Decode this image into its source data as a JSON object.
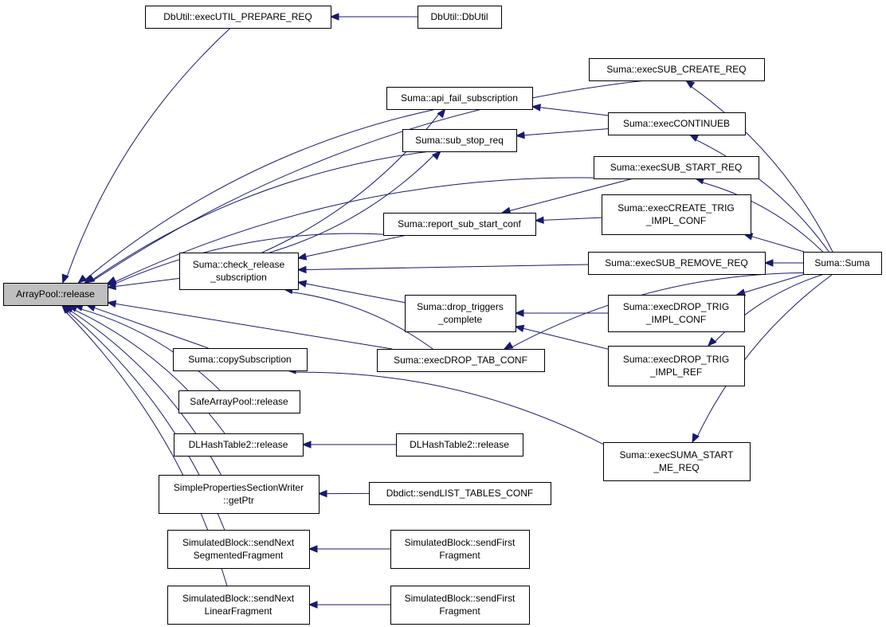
{
  "nodes": [
    {
      "id": "arraypool_release",
      "lines": [
        "ArrayPool::release"
      ],
      "highlight": true
    },
    {
      "id": "dbutil_prepare",
      "lines": [
        "DbUtil::execUTIL_PREPARE_REQ"
      ]
    },
    {
      "id": "dbutil_ctor",
      "lines": [
        "DbUtil::DbUtil"
      ]
    },
    {
      "id": "suma_sub_create",
      "lines": [
        "Suma::execSUB_CREATE_REQ"
      ]
    },
    {
      "id": "suma_api_fail",
      "lines": [
        "Suma::api_fail_subscription"
      ]
    },
    {
      "id": "suma_continueb",
      "lines": [
        "Suma::execCONTINUEB"
      ]
    },
    {
      "id": "suma_sub_stop",
      "lines": [
        "Suma::sub_stop_req"
      ]
    },
    {
      "id": "suma_sub_start_req",
      "lines": [
        "Suma::execSUB_START_REQ"
      ]
    },
    {
      "id": "suma_report_start",
      "lines": [
        "Suma::report_sub_start_conf"
      ]
    },
    {
      "id": "suma_create_trig",
      "lines": [
        "Suma::execCREATE_TRIG",
        "_IMPL_CONF"
      ]
    },
    {
      "id": "suma_check_release",
      "lines": [
        "Suma::check_release",
        "_subscription"
      ]
    },
    {
      "id": "suma_sub_remove",
      "lines": [
        "Suma::execSUB_REMOVE_REQ"
      ]
    },
    {
      "id": "suma_suma",
      "lines": [
        "Suma::Suma"
      ]
    },
    {
      "id": "suma_drop_triggers",
      "lines": [
        "Suma::drop_triggers",
        "_complete"
      ]
    },
    {
      "id": "suma_drop_trig_conf",
      "lines": [
        "Suma::execDROP_TRIG",
        "_IMPL_CONF"
      ]
    },
    {
      "id": "suma_copy_sub",
      "lines": [
        "Suma::copySubscription"
      ]
    },
    {
      "id": "suma_drop_tab",
      "lines": [
        "Suma::execDROP_TAB_CONF"
      ]
    },
    {
      "id": "suma_drop_trig_ref",
      "lines": [
        "Suma::execDROP_TRIG",
        "_IMPL_REF"
      ]
    },
    {
      "id": "safe_release",
      "lines": [
        "SafeArrayPool::release"
      ]
    },
    {
      "id": "dlhash_a",
      "lines": [
        "DLHashTable2::release"
      ]
    },
    {
      "id": "dlhash_b",
      "lines": [
        "DLHashTable2::release"
      ]
    },
    {
      "id": "suma_start_me",
      "lines": [
        "Suma::execSUMA_START",
        "_ME_REQ"
      ]
    },
    {
      "id": "sps_getptr",
      "lines": [
        "SimplePropertiesSectionWriter",
        "::getPtr"
      ]
    },
    {
      "id": "dbdict_list",
      "lines": [
        "Dbdict::sendLIST_TABLES_CONF"
      ]
    },
    {
      "id": "sb_next_seg",
      "lines": [
        "SimulatedBlock::sendNext",
        "SegmentedFragment"
      ]
    },
    {
      "id": "sb_first_a",
      "lines": [
        "SimulatedBlock::sendFirst",
        "Fragment"
      ]
    },
    {
      "id": "sb_next_lin",
      "lines": [
        "SimulatedBlock::sendNext",
        "LinearFragment"
      ]
    },
    {
      "id": "sb_first_b",
      "lines": [
        "SimulatedBlock::sendFirst",
        "Fragment"
      ]
    }
  ],
  "edges": [
    {
      "from": "dbutil_prepare",
      "to": "arraypool_release"
    },
    {
      "from": "dbutil_ctor",
      "to": "dbutil_prepare"
    },
    {
      "from": "suma_sub_create",
      "to": "arraypool_release"
    },
    {
      "from": "suma_suma",
      "to": "suma_sub_create"
    },
    {
      "from": "suma_api_fail",
      "to": "arraypool_release"
    },
    {
      "from": "suma_continueb",
      "to": "suma_api_fail"
    },
    {
      "from": "suma_suma",
      "to": "suma_continueb"
    },
    {
      "from": "suma_sub_stop",
      "to": "arraypool_release"
    },
    {
      "from": "suma_continueb",
      "to": "suma_sub_stop"
    },
    {
      "from": "suma_sub_start_req",
      "to": "arraypool_release"
    },
    {
      "from": "suma_suma",
      "to": "suma_sub_start_req"
    },
    {
      "from": "suma_report_start",
      "to": "arraypool_release"
    },
    {
      "from": "suma_sub_start_req",
      "to": "suma_report_start"
    },
    {
      "from": "suma_create_trig",
      "to": "suma_report_start"
    },
    {
      "from": "suma_suma",
      "to": "suma_create_trig"
    },
    {
      "from": "suma_check_release",
      "to": "arraypool_release"
    },
    {
      "from": "suma_check_release",
      "to": "suma_api_fail"
    },
    {
      "from": "suma_check_release",
      "to": "suma_sub_stop"
    },
    {
      "from": "suma_report_start",
      "to": "suma_check_release"
    },
    {
      "from": "suma_sub_remove",
      "to": "suma_check_release"
    },
    {
      "from": "suma_suma",
      "to": "suma_sub_remove"
    },
    {
      "from": "suma_drop_triggers",
      "to": "suma_check_release"
    },
    {
      "from": "suma_drop_tab",
      "to": "suma_check_release"
    },
    {
      "from": "suma_drop_trig_conf",
      "to": "suma_drop_triggers"
    },
    {
      "from": "suma_suma",
      "to": "suma_drop_trig_conf"
    },
    {
      "from": "suma_drop_trig_ref",
      "to": "suma_drop_triggers"
    },
    {
      "from": "suma_suma",
      "to": "suma_drop_trig_ref"
    },
    {
      "from": "suma_drop_tab",
      "to": "arraypool_release"
    },
    {
      "from": "suma_suma",
      "to": "suma_drop_tab"
    },
    {
      "from": "suma_copy_sub",
      "to": "arraypool_release"
    },
    {
      "from": "suma_start_me",
      "to": "suma_copy_sub"
    },
    {
      "from": "suma_suma",
      "to": "suma_start_me"
    },
    {
      "from": "safe_release",
      "to": "arraypool_release"
    },
    {
      "from": "dlhash_a",
      "to": "arraypool_release"
    },
    {
      "from": "dlhash_b",
      "to": "dlhash_a"
    },
    {
      "from": "sps_getptr",
      "to": "arraypool_release"
    },
    {
      "from": "dbdict_list",
      "to": "sps_getptr"
    },
    {
      "from": "sb_next_seg",
      "to": "arraypool_release"
    },
    {
      "from": "sb_first_a",
      "to": "sb_next_seg"
    },
    {
      "from": "sb_next_lin",
      "to": "arraypool_release"
    },
    {
      "from": "sb_first_b",
      "to": "sb_next_lin"
    }
  ],
  "colors": {
    "edge": "#191970",
    "highlight_fill": "#bfbfbf",
    "node_fill": "#ffffff"
  }
}
